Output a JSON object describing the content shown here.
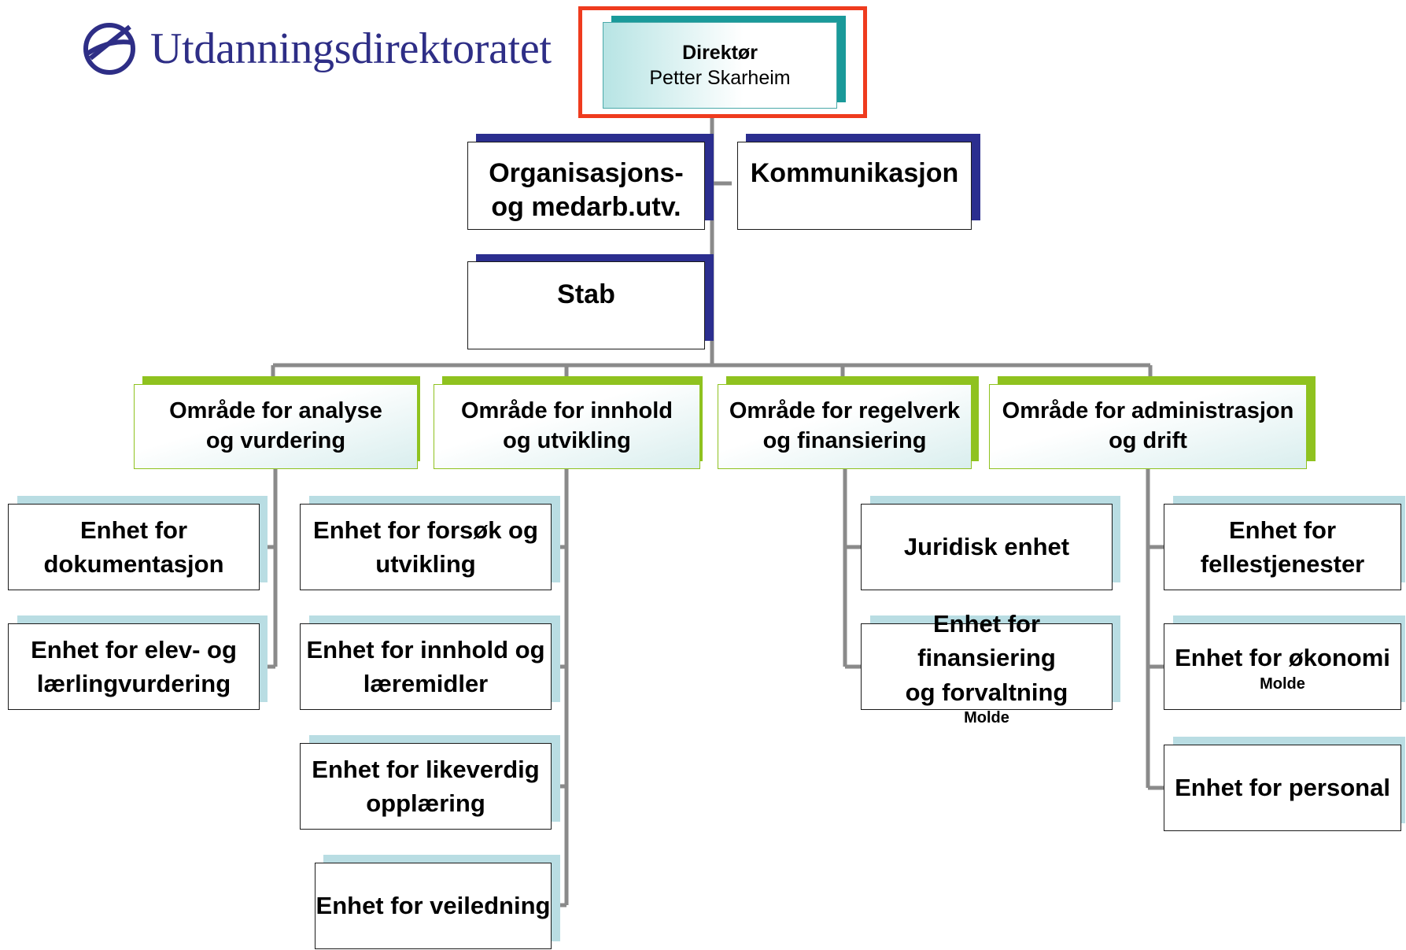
{
  "logo": {
    "name": "Utdanningsdirektoratet"
  },
  "director": {
    "title": "Direktør",
    "name": "Petter Skarheim"
  },
  "staff": {
    "org": [
      "Organisasjons-",
      "og medarb.utv."
    ],
    "kommunikasjon": "Kommunikasjon",
    "stab": "Stab"
  },
  "areas": [
    {
      "lines": [
        "Område for analyse",
        "og vurdering"
      ]
    },
    {
      "lines": [
        "Område for innhold",
        "og utvikling"
      ]
    },
    {
      "lines": [
        "Område for regelverk",
        "og finansiering"
      ]
    },
    {
      "lines": [
        "Område for administrasjon",
        "og drift"
      ]
    }
  ],
  "units": {
    "analyse": [
      {
        "lines": [
          "Enhet for",
          "dokumentasjon"
        ]
      },
      {
        "lines": [
          "Enhet for elev- og",
          "lærlingvurdering"
        ]
      }
    ],
    "innhold": [
      {
        "lines": [
          "Enhet for forsøk og",
          "utvikling"
        ]
      },
      {
        "lines": [
          "Enhet for innhold og",
          "læremidler"
        ]
      },
      {
        "lines": [
          "Enhet for likeverdig",
          "opplæring"
        ]
      },
      {
        "lines": [
          "Enhet for veiledning"
        ]
      }
    ],
    "regelverk": [
      {
        "lines": [
          "Juridisk enhet"
        ]
      },
      {
        "lines": [
          "Enhet for finansiering",
          "og forvaltning"
        ],
        "location": "Molde"
      }
    ],
    "administrasjon": [
      {
        "lines": [
          "Enhet for",
          "fellestjenester"
        ]
      },
      {
        "lines": [
          "Enhet for økonomi"
        ],
        "location": "Molde"
      },
      {
        "lines": [
          "Enhet for personal"
        ]
      }
    ]
  },
  "colors": {
    "director_accent": "#1a9a9a",
    "director_frame": "#ef3b1e",
    "staff_accent": "#2b2e8f",
    "area_accent": "#8fc21f",
    "unit_accent": "#b9dde3",
    "connector": "#8a8a8a",
    "logo": "#2e2e86"
  }
}
